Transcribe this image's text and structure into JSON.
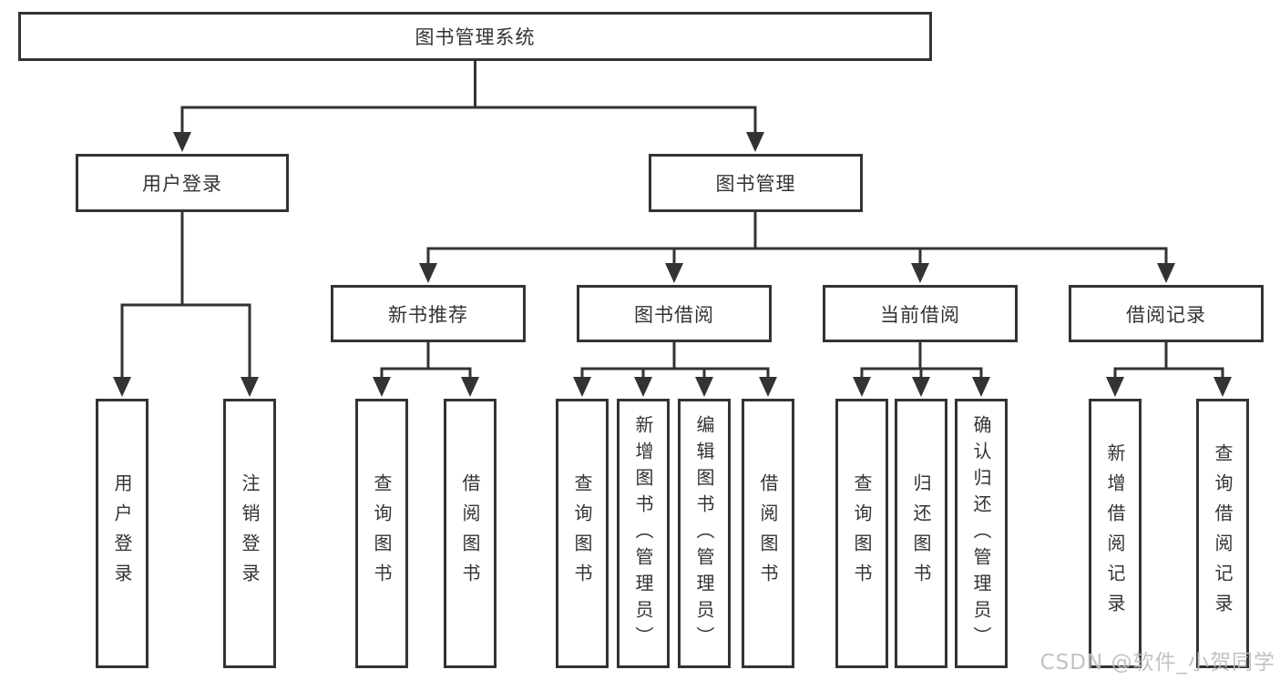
{
  "diagram": {
    "root": {
      "label": "图书管理系统"
    },
    "level2": [
      {
        "id": "user-login",
        "label": "用户登录"
      },
      {
        "id": "book-management",
        "label": "图书管理"
      }
    ],
    "level3": [
      {
        "id": "new-book-recommend",
        "label": "新书推荐",
        "parent": "图书管理"
      },
      {
        "id": "book-borrowing",
        "label": "图书借阅",
        "parent": "图书管理"
      },
      {
        "id": "current-borrowing",
        "label": "当前借阅",
        "parent": "图书管理"
      },
      {
        "id": "borrowing-records",
        "label": "借阅记录",
        "parent": "图书管理"
      }
    ],
    "leaves": [
      {
        "parent": "用户登录",
        "label": "用户登录"
      },
      {
        "parent": "用户登录",
        "label": "注销登录"
      },
      {
        "parent": "新书推荐",
        "label": "查询图书"
      },
      {
        "parent": "新书推荐",
        "label": "借阅图书"
      },
      {
        "parent": "图书借阅",
        "label": "查询图书"
      },
      {
        "parent": "图书借阅",
        "label": "新增图书（管理员）"
      },
      {
        "parent": "图书借阅",
        "label": "编辑图书（管理员）"
      },
      {
        "parent": "图书借阅",
        "label": "借阅图书"
      },
      {
        "parent": "当前借阅",
        "label": "查询图书"
      },
      {
        "parent": "当前借阅",
        "label": "归还图书"
      },
      {
        "parent": "当前借阅",
        "label": "确认归还（管理员）"
      },
      {
        "parent": "借阅记录",
        "label": "新增借阅记录"
      },
      {
        "parent": "借阅记录",
        "label": "查询借阅记录"
      }
    ],
    "watermark": "CSDN @软件_小贺同学",
    "colors": {
      "line": "#333333",
      "text": "#333333",
      "box_background": "#ffffff",
      "background": "#ffffff",
      "watermark": "#bdbdbd"
    }
  }
}
